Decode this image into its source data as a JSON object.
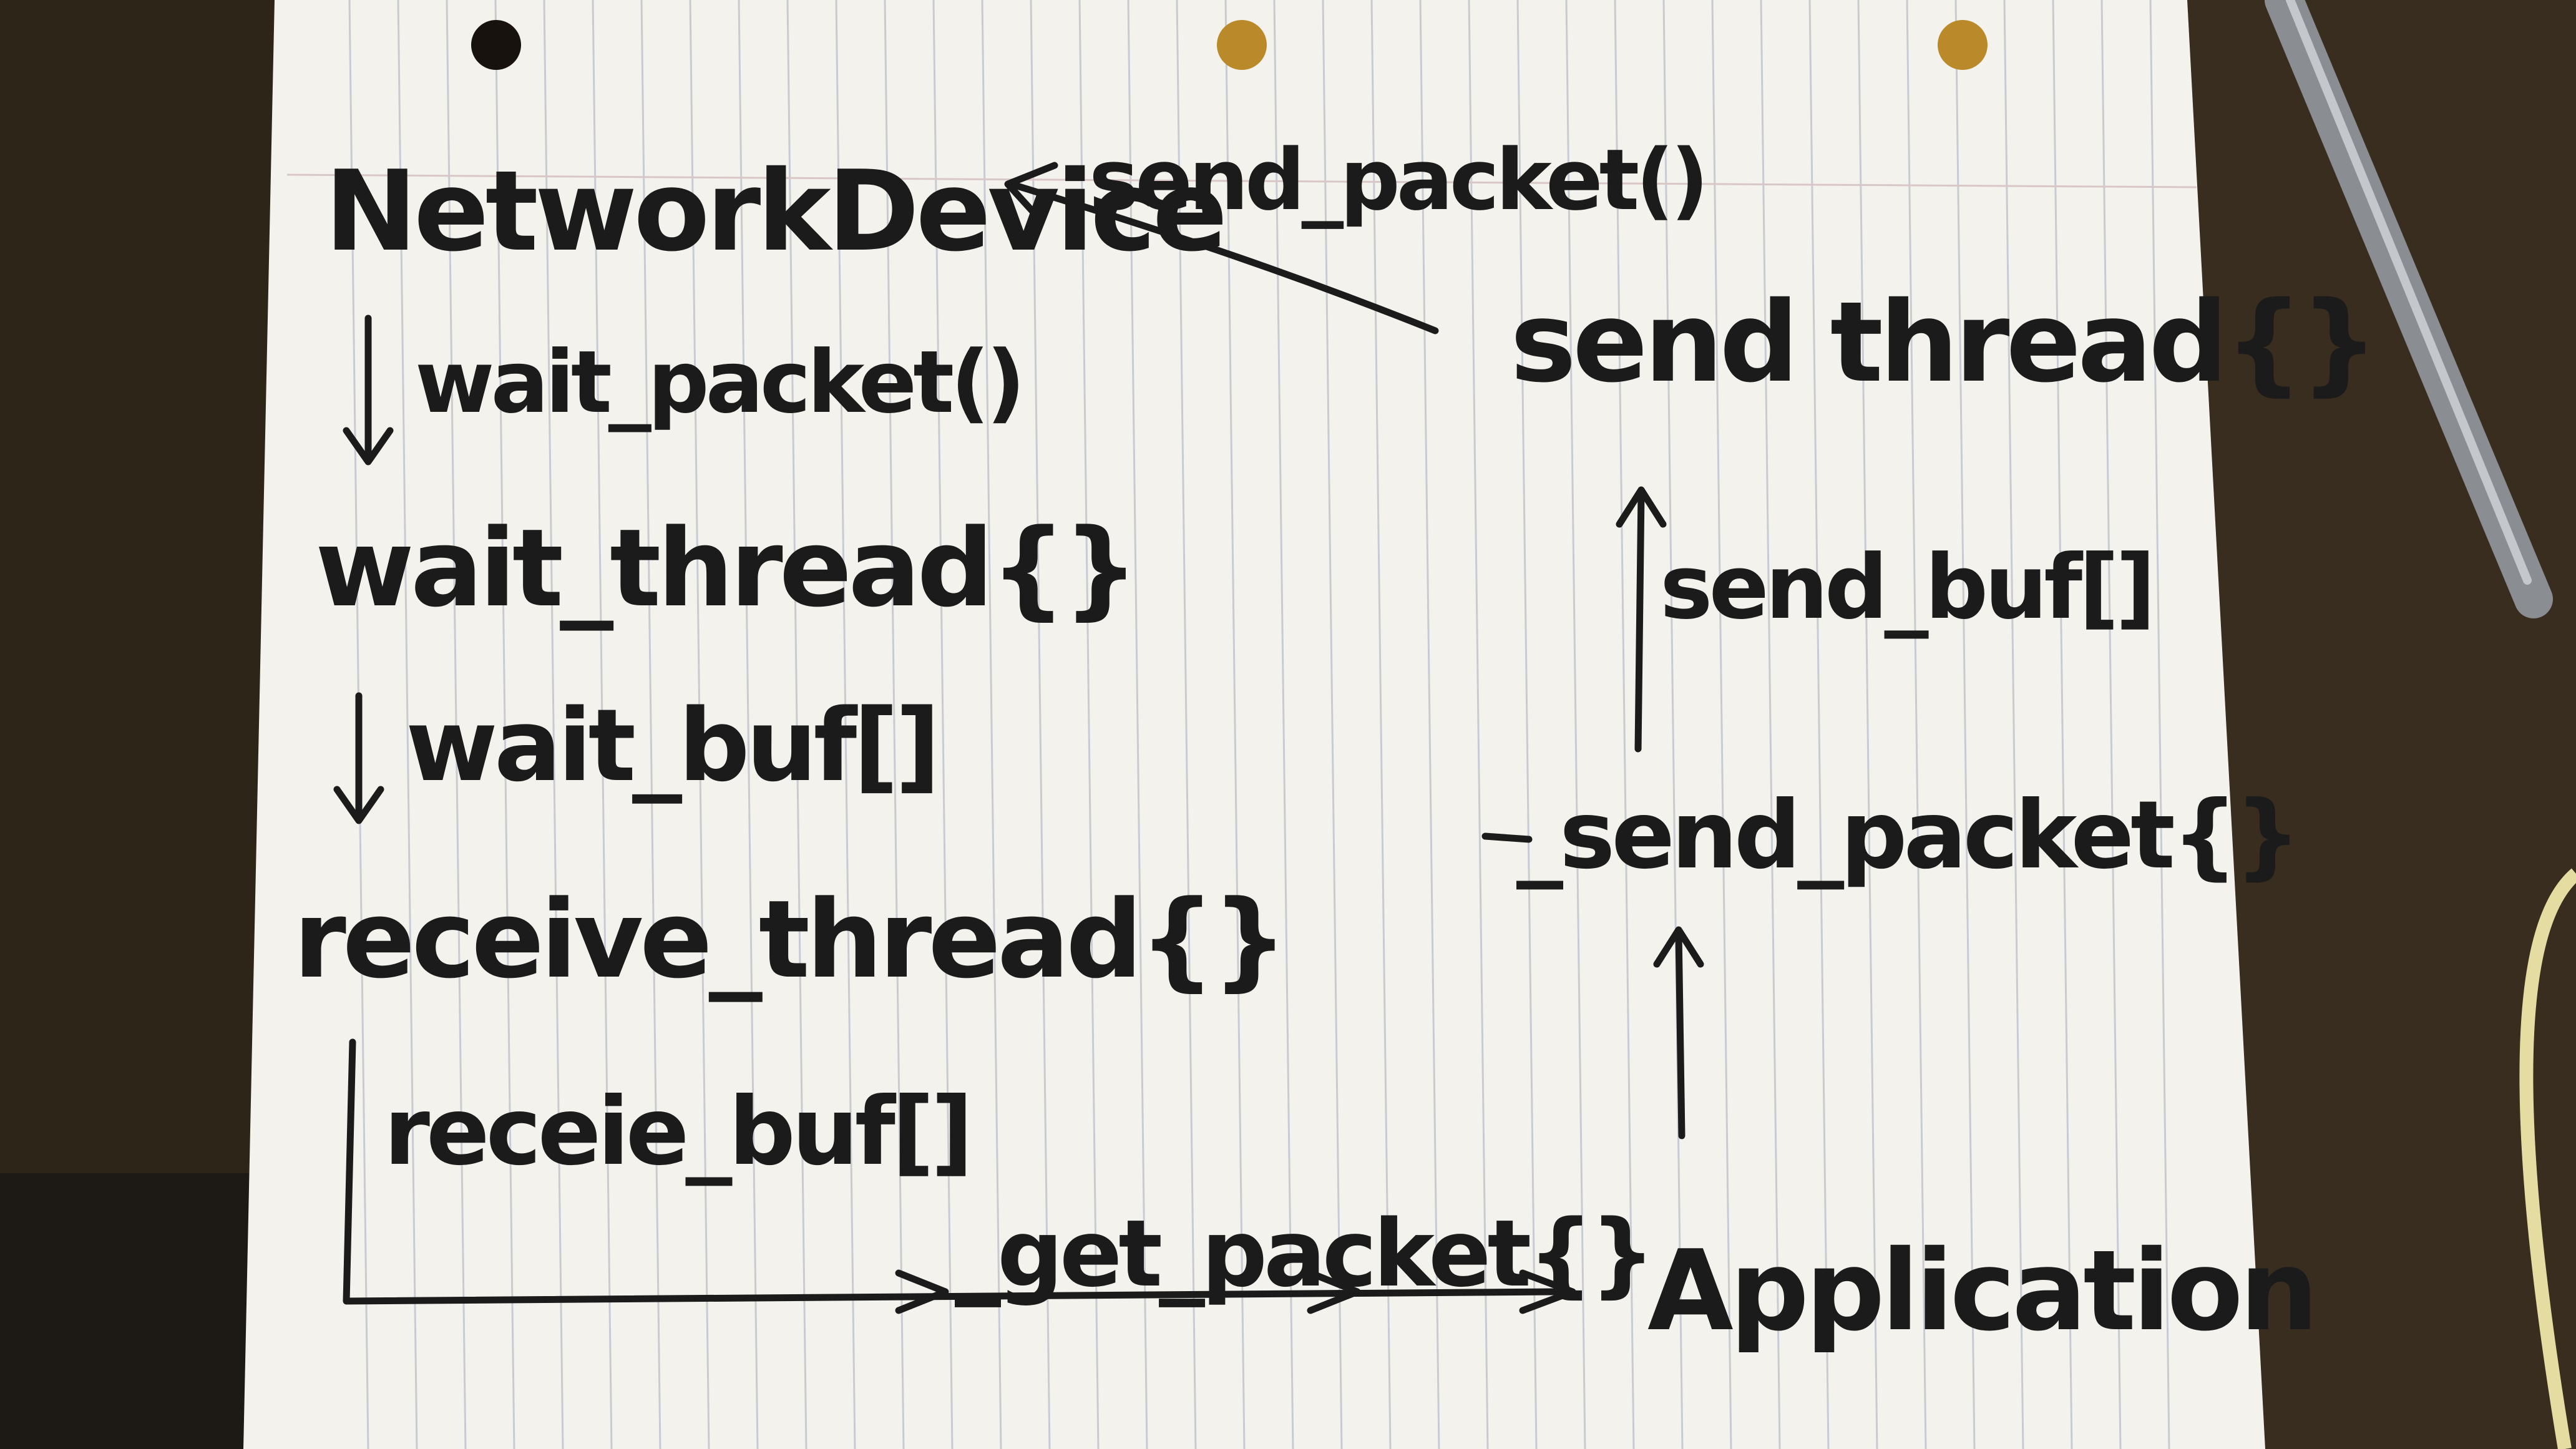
{
  "diagram": {
    "nodes": {
      "network_device": "NetworkDevice",
      "wait_thread": "wait_thread{}",
      "receive_thread": "receive_thread{}",
      "send_thread": "send thread{}",
      "send_packet_fn": "_send_packet{}",
      "application": "Application"
    },
    "edges": {
      "send_packet": "send_packet()",
      "wait_packet": "wait_packet()",
      "wait_buf": "wait_buf[]",
      "receive_buf": "receie_buf[]",
      "send_buf": "send_buf[]",
      "get_packet": "_get_packet{}"
    }
  },
  "colors": {
    "ink": "#1b1b1b",
    "paper": "#f4f2ec",
    "rule_lines": "#c9cbd2",
    "desk": "#2e2519",
    "pen_body": "#8a8d92"
  }
}
